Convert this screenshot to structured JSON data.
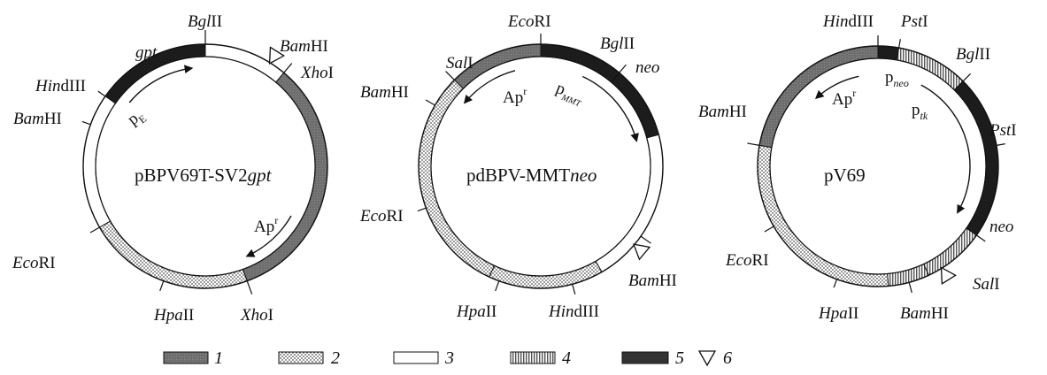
{
  "colors": {
    "seg1_dark": "#1c1c1c",
    "seg2_dots": "#bdbdbd",
    "seg3_blank": "#ffffff",
    "seg4_stripes": "#6a6a6a",
    "seg5_gray": "#6e6e6e",
    "line": "#111111"
  },
  "plasmid1": {
    "name": {
      "pre": "pBPV69T-SV2",
      "it": "gpt"
    },
    "labels": {
      "gpt": "gpt",
      "bglii": {
        "it": "Bgl",
        "rm": "II"
      },
      "bamhi_top": {
        "it": "Bam",
        "rm": "HI"
      },
      "xhoi_top": {
        "it": "Xho",
        "rm": "I"
      },
      "hindiii": {
        "it": "Hin",
        "rm": "dIII"
      },
      "bamhi_left": {
        "it": "Bam",
        "rm": "HI"
      },
      "pe": {
        "main": "p",
        "sub": "E"
      },
      "apr": {
        "main": "Ap",
        "sup": "r"
      },
      "ecori": {
        "it": "Eco",
        "rm": "RI"
      },
      "hpaii": {
        "it": "Hpa",
        "rm": "II"
      },
      "xhoi_bottom": {
        "it": "Xho",
        "rm": "I"
      }
    }
  },
  "plasmid2": {
    "name": {
      "pre": "pdBPV-MMT",
      "it": "neo"
    },
    "labels": {
      "ecori_top": {
        "it": "Eco",
        "rm": "RI"
      },
      "bglii": {
        "it": "Bgl",
        "rm": "II"
      },
      "sali": {
        "it": "Sal",
        "rm": "I"
      },
      "neo": "neo",
      "bamhi_left": {
        "it": "Bam",
        "rm": "HI"
      },
      "apr": {
        "main": "Ap",
        "sup": "r"
      },
      "pmmt": {
        "main": "p",
        "sub": "MMT"
      },
      "ecori_left": {
        "it": "Eco",
        "rm": "RI"
      },
      "hpaii": {
        "it": "Hpa",
        "rm": "II"
      },
      "hindiii": {
        "it": "Hin",
        "rm": "dIII"
      },
      "bamhi_right": {
        "it": "Bam",
        "rm": "HI"
      }
    }
  },
  "plasmid3": {
    "name": {
      "pre": "pV69"
    },
    "labels": {
      "hindiii": {
        "it": "Hin",
        "rm": "dIII"
      },
      "psti_top": {
        "it": "Pst",
        "rm": "I"
      },
      "bglii": {
        "it": "Bgl",
        "rm": "II"
      },
      "pneo": {
        "main": "p",
        "sub": "neo"
      },
      "apr": {
        "main": "Ap",
        "sup": "r"
      },
      "ptk": {
        "main": "p",
        "sub": "tk"
      },
      "bamhi_left": {
        "it": "Bam",
        "rm": "HI"
      },
      "psti_right": {
        "it": "Pst",
        "rm": "I"
      },
      "neo": "neo",
      "ecori": {
        "it": "Eco",
        "rm": "RI"
      },
      "sali": {
        "it": "Sal",
        "rm": "I"
      },
      "hpaii": {
        "it": "Hpa",
        "rm": "II"
      },
      "bamhi_bottom": {
        "it": "Bam",
        "rm": "HI"
      }
    }
  },
  "legend": {
    "items": [
      {
        "num": "1",
        "pattern": "seg1"
      },
      {
        "num": "2",
        "pattern": "seg2"
      },
      {
        "num": "3",
        "pattern": "seg3"
      },
      {
        "num": "4",
        "pattern": "seg4"
      },
      {
        "num": "5",
        "pattern": "seg5"
      },
      {
        "num": "6",
        "pattern": "triangle"
      }
    ]
  }
}
